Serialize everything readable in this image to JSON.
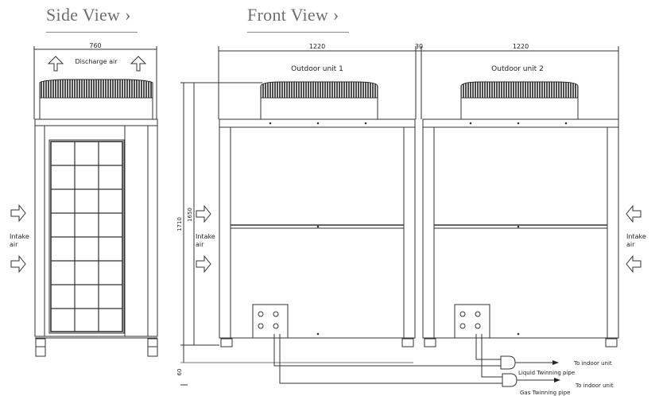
{
  "headers": {
    "side": "Side View",
    "front": "Front View"
  },
  "dims": {
    "side_width": "760",
    "front_width_1": "1220",
    "gap": "30",
    "front_width_2": "1220",
    "total_height": "1710",
    "body_height": "1650",
    "base_height": "60"
  },
  "labels": {
    "discharge": "Discharge air",
    "intake_line1": "Intake",
    "intake_line2": "air",
    "unit1": "Outdoor unit 1",
    "unit2": "Outdoor unit 2",
    "to_indoor": "To indoor unit",
    "liquid_pipe": "Liquid Twinning pipe",
    "gas_pipe": "Gas Twinning pipe"
  }
}
